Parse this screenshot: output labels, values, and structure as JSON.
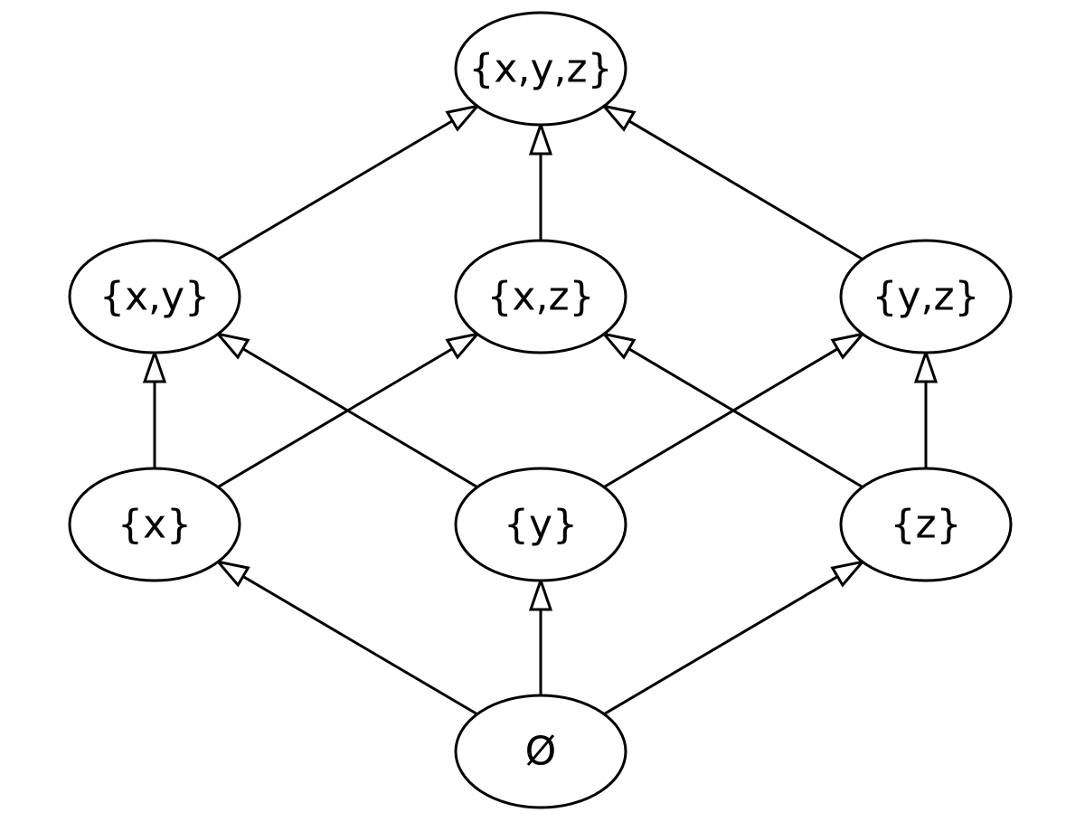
{
  "diagram": {
    "type": "hasse-diagram",
    "edge_style": "open-triangle-arrow",
    "colors": {
      "stroke": "#000000",
      "fill": "#ffffff",
      "text": "#000000"
    },
    "nodes": [
      {
        "id": "xyz",
        "label": "{x,y,z}"
      },
      {
        "id": "xy",
        "label": "{x,y}"
      },
      {
        "id": "xz",
        "label": "{x,z}"
      },
      {
        "id": "yz",
        "label": "{y,z}"
      },
      {
        "id": "x",
        "label": "{x}"
      },
      {
        "id": "y",
        "label": "{y}"
      },
      {
        "id": "z",
        "label": "{z}"
      },
      {
        "id": "empty",
        "label": "Ø"
      }
    ],
    "edges": [
      {
        "from": "xy",
        "to": "xyz"
      },
      {
        "from": "xz",
        "to": "xyz"
      },
      {
        "from": "yz",
        "to": "xyz"
      },
      {
        "from": "x",
        "to": "xy"
      },
      {
        "from": "x",
        "to": "xz"
      },
      {
        "from": "y",
        "to": "xy"
      },
      {
        "from": "y",
        "to": "yz"
      },
      {
        "from": "z",
        "to": "xz"
      },
      {
        "from": "z",
        "to": "yz"
      },
      {
        "from": "empty",
        "to": "x"
      },
      {
        "from": "empty",
        "to": "y"
      },
      {
        "from": "empty",
        "to": "z"
      }
    ]
  }
}
